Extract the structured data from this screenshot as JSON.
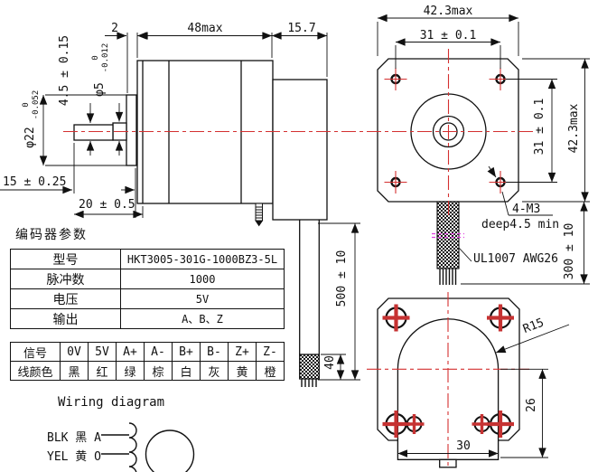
{
  "colors": {
    "line": "#111111",
    "centerline_red": "#d43030",
    "hole_cross_red": "#c63232",
    "break_magenta": "#e040e0"
  },
  "side_view": {
    "dims": {
      "boss_thickness": "2",
      "body_length": "48max",
      "encoder_length": "15.7",
      "flat_height": "4.5 ± 0.15",
      "shaft_dia": "φ5",
      "shaft_dia_tol_top": "0",
      "shaft_dia_tol_bot": "-0.012",
      "boss_dia": "φ22",
      "boss_dia_tol_top": "0",
      "boss_dia_tol_bot": "-0.052",
      "flat_length": "15 ± 0.25",
      "shaft_length": "20 ± 0.5",
      "cable_length": "500 ± 10",
      "strip_length": "40"
    }
  },
  "front_view": {
    "dims": {
      "width": "42.3max",
      "hole_pitch_h": "31 ± 0.1",
      "hole_pitch_v": "31 ± 0.1",
      "height": "42.3max",
      "cable_length": "300 ± 10",
      "tap": "4-M3",
      "tap_depth": "deep4.5 min",
      "wire_spec": "UL1007 AWG26"
    }
  },
  "rear_view": {
    "dims": {
      "cover_radius": "R15",
      "cover_offset": "26",
      "cover_width": "30"
    }
  },
  "encoder_table": {
    "title": "编码器参数",
    "rows": [
      {
        "label": "型号",
        "value": "HKT3005-301G-1000BZ3-5L"
      },
      {
        "label": "脉冲数",
        "value": "1000"
      },
      {
        "label": "电压",
        "value": "5V"
      },
      {
        "label": "输出",
        "value": "A、B、Z"
      }
    ]
  },
  "signal_table": {
    "headers": [
      "信号",
      "0V",
      "5V",
      "A+",
      "A-",
      "B+",
      "B-",
      "Z+",
      "Z-"
    ],
    "colors_row": [
      "线颜色",
      "黑",
      "红",
      "绿",
      "棕",
      "白",
      "灰",
      "黄",
      "橙"
    ]
  },
  "wiring": {
    "title": "Wiring diagram",
    "label_a": "BLK 黑 A",
    "label_o": "YEL 黄 O"
  }
}
